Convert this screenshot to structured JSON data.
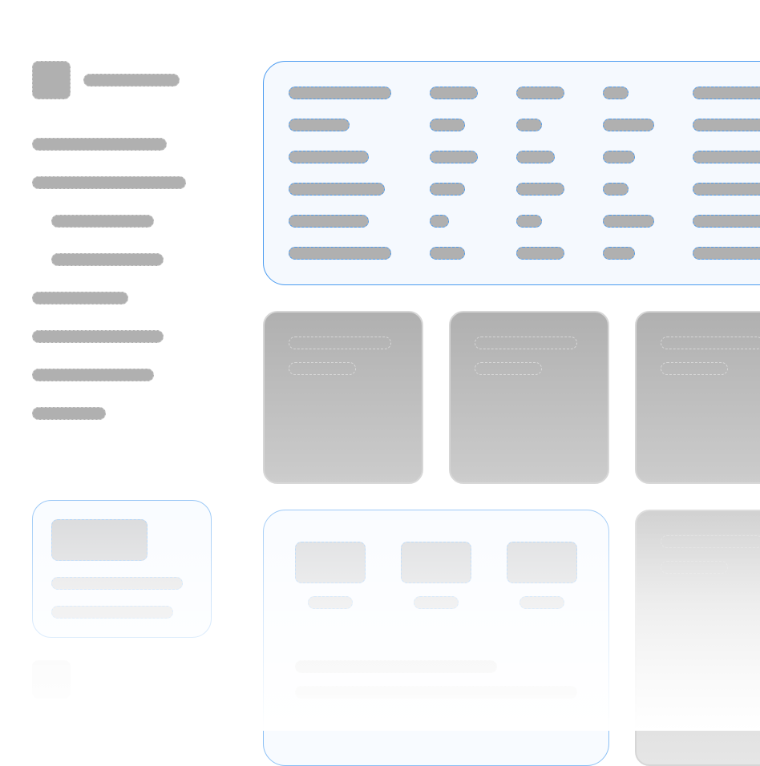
{
  "theme": {
    "accent": "#4a9bf0",
    "placeholder": "#b0b0b0",
    "panel_bg": "#f5f9fe"
  },
  "sidebar": {
    "logo_icon": "logo-placeholder",
    "items": 8
  },
  "table": {
    "rows": 6,
    "columns": 5
  },
  "cards": 3,
  "gallery": {
    "thumbnails": 3
  }
}
